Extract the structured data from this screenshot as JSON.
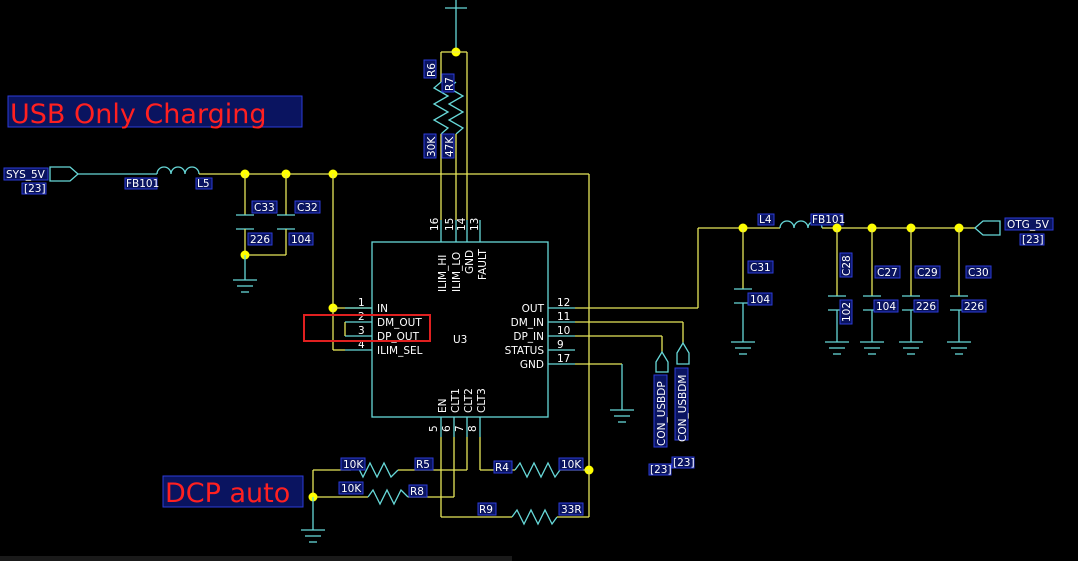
{
  "annotations": {
    "usb_only": "USB Only Charging",
    "dcp_auto": "DCP auto"
  },
  "nets": {
    "sys5v": "SYS_5V",
    "sys5v_ref": "[23]",
    "otg5v": "OTG_5V",
    "otg5v_ref": "[23]",
    "usbdp": "CON_USBDP",
    "usbdp_ref": "[23]",
    "usbdm": "CON_USBDM",
    "usbdm_ref": "[23]"
  },
  "parts": {
    "fb101_left": "FB101",
    "l5": "L5",
    "fb101_right": "FB101",
    "l4": "L4",
    "c33": "C33",
    "c33_val": "226",
    "c32": "C32",
    "c32_val": "104",
    "c31": "C31",
    "c31_val": "104",
    "c28": "C28",
    "c28_val": "102",
    "c27": "C27",
    "c27_val": "104",
    "c29": "C29",
    "c29_val": "226",
    "c30": "C30",
    "c30_val": "226",
    "r6": "R6",
    "r6_val": "30K",
    "r7": "R7",
    "r7_val": "47K",
    "r4": "R4",
    "r4_val": "10K",
    "r5": "R5",
    "r5_val": "10K",
    "r8": "R8",
    "r8_val": "10K",
    "r9": "R9",
    "r9_val": "33R",
    "u3": "U3"
  },
  "ic_pins": {
    "left": [
      {
        "num": "1",
        "name": "IN"
      },
      {
        "num": "2",
        "name": "DM_OUT"
      },
      {
        "num": "3",
        "name": "DP_OUT"
      },
      {
        "num": "4",
        "name": "ILIM_SEL"
      }
    ],
    "right": [
      {
        "num": "12",
        "name": "OUT"
      },
      {
        "num": "11",
        "name": "DM_IN"
      },
      {
        "num": "10",
        "name": "DP_IN"
      },
      {
        "num": "9",
        "name": "STATUS"
      },
      {
        "num": "17",
        "name": "GND"
      }
    ],
    "top": [
      {
        "num": "16",
        "name": "ILIM_HI"
      },
      {
        "num": "15",
        "name": "ILIM_LO"
      },
      {
        "num": "14",
        "name": "GND"
      },
      {
        "num": "13",
        "name": "FAULT"
      }
    ],
    "bottom": [
      {
        "num": "5",
        "name": "EN"
      },
      {
        "num": "6",
        "name": "CLT1"
      },
      {
        "num": "7",
        "name": "CLT2"
      },
      {
        "num": "8",
        "name": "CLT3"
      }
    ]
  },
  "colors": {
    "wire": "#e6e65a",
    "component": "#67d8d8",
    "junction": "#ffff00",
    "annotation": "#ff2020",
    "label_box": "#0a1460",
    "highlight": "#e02020"
  }
}
